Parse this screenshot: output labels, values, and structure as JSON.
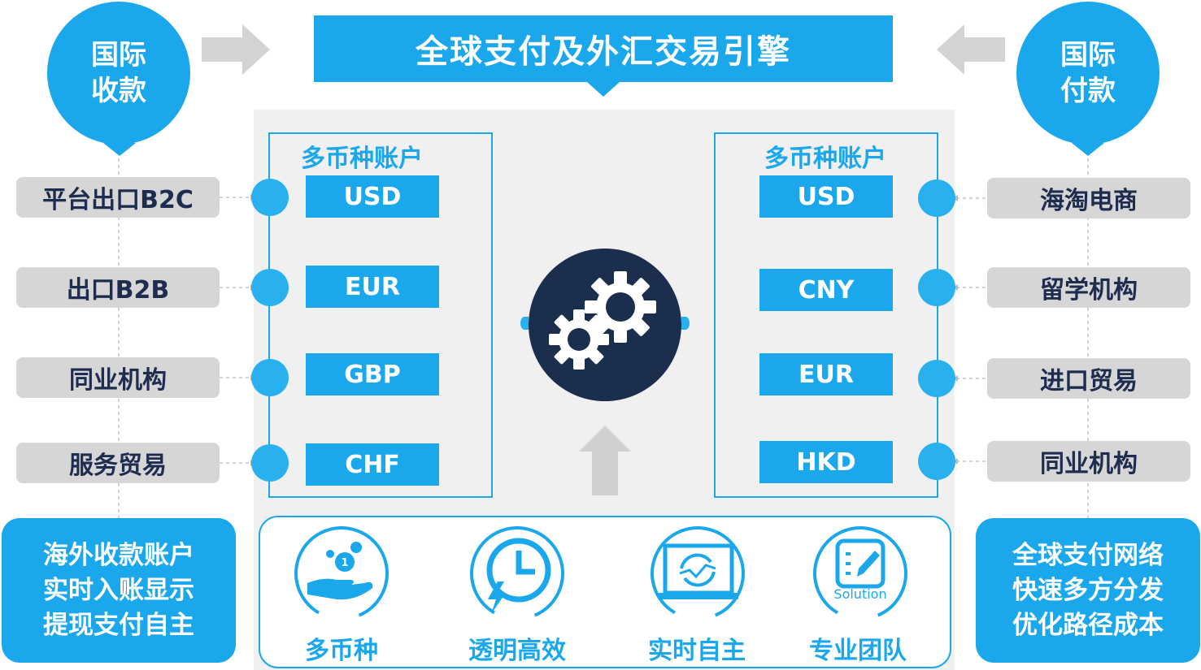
{
  "title": "全球支付及外汇交易引擎",
  "left_circle": {
    "line1": "国际",
    "line2": "收款"
  },
  "right_circle": {
    "line1": "国际",
    "line2": "付款"
  },
  "left_account": {
    "title": "多币种账户",
    "currencies": [
      "USD",
      "EUR",
      "GBP",
      "CHF"
    ]
  },
  "right_account": {
    "title": "多币种账户",
    "currencies": [
      "USD",
      "CNY",
      "EUR",
      "HKD"
    ]
  },
  "left_sources": [
    "平台出口B2C",
    "出口B2B",
    "同业机构",
    "服务贸易"
  ],
  "right_targets": [
    "海淘电商",
    "留学机构",
    "进口贸易",
    "同业机构"
  ],
  "left_note": [
    "海外收款账户",
    "实时入账显示",
    "提现支付自主"
  ],
  "right_note": [
    "全球支付网络",
    "快速多方分发",
    "优化路径成本"
  ],
  "features": [
    {
      "label": "多币种",
      "icon": "coin-hand-icon"
    },
    {
      "label": "透明高效",
      "icon": "clock-lightning-icon"
    },
    {
      "label": "实时自主",
      "icon": "monitor-refresh-icon"
    },
    {
      "label": "专业团队",
      "icon": "solution-icon",
      "icon_text": "Solution"
    }
  ],
  "colors": {
    "accent": "#1aa7ec",
    "dark": "#1c2e4d",
    "pill": "#d6d6d6",
    "panel": "#f0f0f0"
  }
}
